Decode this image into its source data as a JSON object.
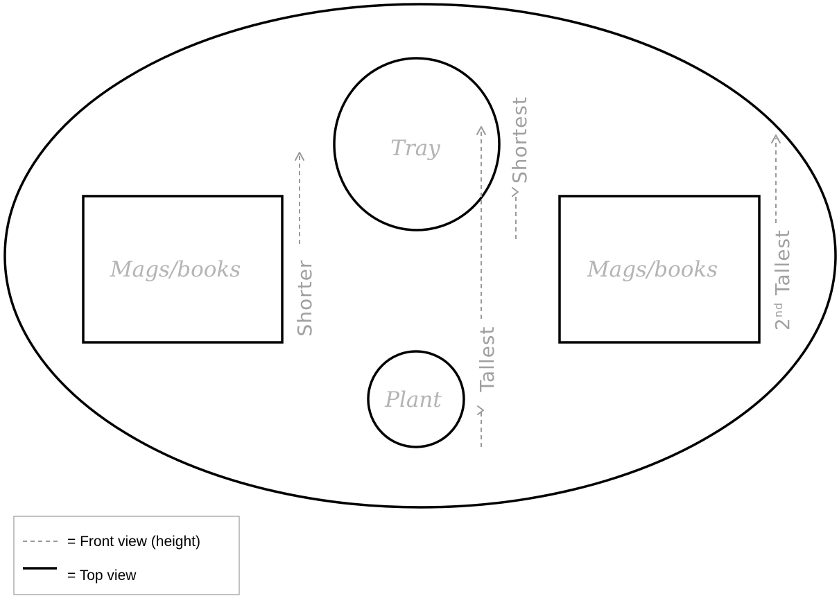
{
  "diagram": {
    "items": {
      "tray": "Tray",
      "plant": "Plant",
      "mags_left": "Mags/books",
      "mags_right": "Mags/books"
    },
    "heights": {
      "shorter": "Shorter",
      "shortest": "Shortest",
      "tallest": "Tallest",
      "second_tallest_num": "2",
      "second_tallest_sup": "nd",
      "second_tallest_word": "Tallest"
    },
    "colors": {
      "top_view": "#000000",
      "front_view": "#9a9a9a",
      "item_label": "#b4b4b4"
    }
  },
  "legend": {
    "front_view": "= Front view (height)",
    "top_view": "= Top view"
  }
}
